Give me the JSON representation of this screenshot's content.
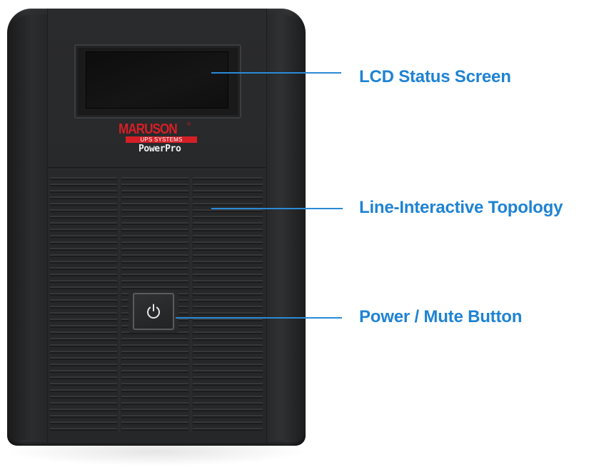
{
  "product": {
    "brand_name": "MARUSON",
    "brand_registered_mark": "®",
    "brand_subtitle": "UPS SYSTEMS",
    "model_name": "PowerPro",
    "power_icon": "power-icon"
  },
  "callouts": [
    {
      "label": "LCD Status Screen"
    },
    {
      "label": "Line-Interactive Topology"
    },
    {
      "label": "Power / Mute Button"
    }
  ],
  "colors": {
    "callout_blue": "#1e83d3",
    "brand_red": "#d41f27",
    "device_body": "#2a2b2c"
  }
}
